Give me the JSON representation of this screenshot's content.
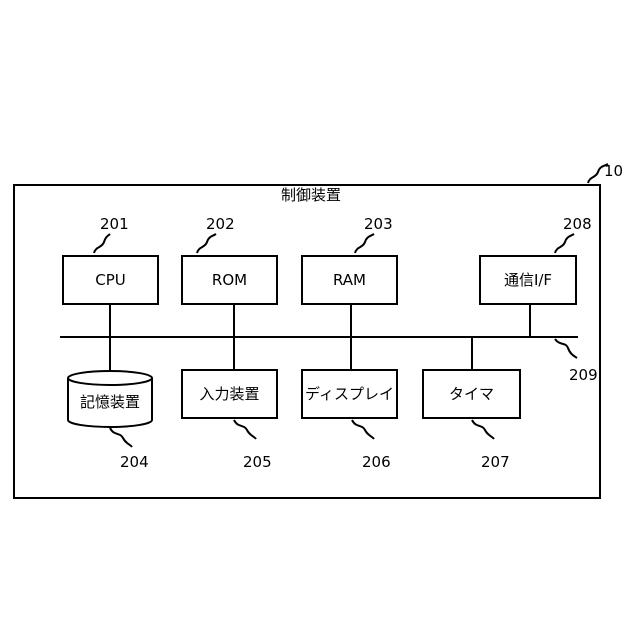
{
  "device": {
    "ref": "10",
    "title": "制御装置"
  },
  "components": {
    "cpu": {
      "label": "CPU",
      "ref": "201"
    },
    "rom": {
      "label": "ROM",
      "ref": "202"
    },
    "ram": {
      "label": "RAM",
      "ref": "203"
    },
    "comm": {
      "label": "通信I/F",
      "ref": "208"
    },
    "storage": {
      "label": "記憶装置",
      "ref": "204"
    },
    "input": {
      "label": "入力装置",
      "ref": "205"
    },
    "display": {
      "label": "ディスプレイ",
      "ref": "206"
    },
    "timer": {
      "label": "タイマ",
      "ref": "207"
    }
  },
  "bus": {
    "ref": "209"
  }
}
